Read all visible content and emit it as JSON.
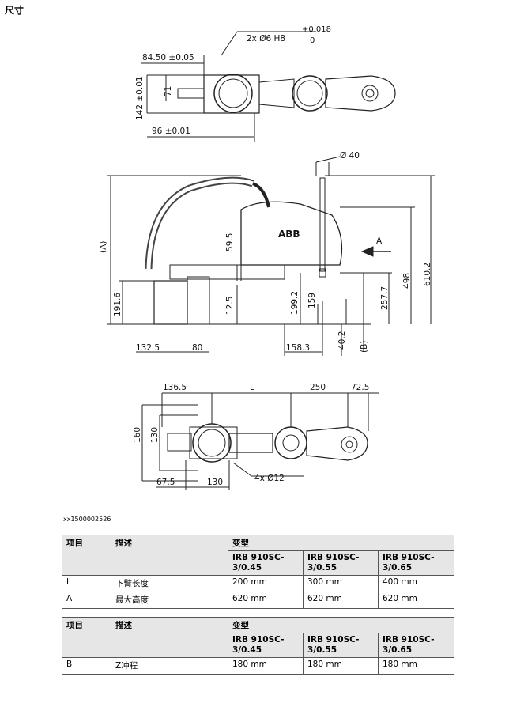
{
  "heading": "尺寸",
  "figure_id": "xx1500002526",
  "drawing_labels": {
    "top": {
      "bore": "2x Ø6 H8",
      "tol_top": "+0.018",
      "tol_bottom": "0",
      "d8450": "84.50 ±0.05",
      "d71": "71",
      "d142": "142 ±0.01",
      "d96": "96 ±0.01"
    },
    "side": {
      "d40": "Ø 40",
      "dA": "(A)",
      "d595": "59.5",
      "dA_arrow": "A",
      "d498": "498",
      "d6102": "610.2",
      "d1916": "191.6",
      "d125": "12.5",
      "d1992": "199.2",
      "d159": "159",
      "d2577": "257.7",
      "d1325": "132.5",
      "d80": "80",
      "d1583": "158.3",
      "d402": "40.2",
      "dB": "(B)",
      "logo": "ABB"
    },
    "bottom": {
      "d1365": "136.5",
      "dL": "L",
      "d250": "250",
      "d725": "72.5",
      "d160": "160",
      "d130v": "130",
      "d675": "67.5",
      "d130": "130",
      "holes": "4x Ø12"
    }
  },
  "table1": {
    "headers": {
      "item": "项目",
      "desc": "描述",
      "variant": "变型"
    },
    "variants": [
      "IRB 910SC-3/0.45",
      "IRB 910SC-3/0.55",
      "IRB 910SC-3/0.65"
    ],
    "rows": [
      {
        "item": "L",
        "desc": "下臂长度",
        "values": [
          "200 mm",
          "300 mm",
          "400 mm"
        ]
      },
      {
        "item": "A",
        "desc": "最大高度",
        "values": [
          "620 mm",
          "620 mm",
          "620 mm"
        ]
      }
    ]
  },
  "table2": {
    "headers": {
      "item": "项目",
      "desc": "描述",
      "variant": "变型"
    },
    "variants": [
      "IRB 910SC-3/0.45",
      "IRB 910SC-3/0.55",
      "IRB 910SC-3/0.65"
    ],
    "rows": [
      {
        "item": "B",
        "desc": "Z冲程",
        "values": [
          "180 mm",
          "180 mm",
          "180 mm"
        ]
      }
    ]
  }
}
